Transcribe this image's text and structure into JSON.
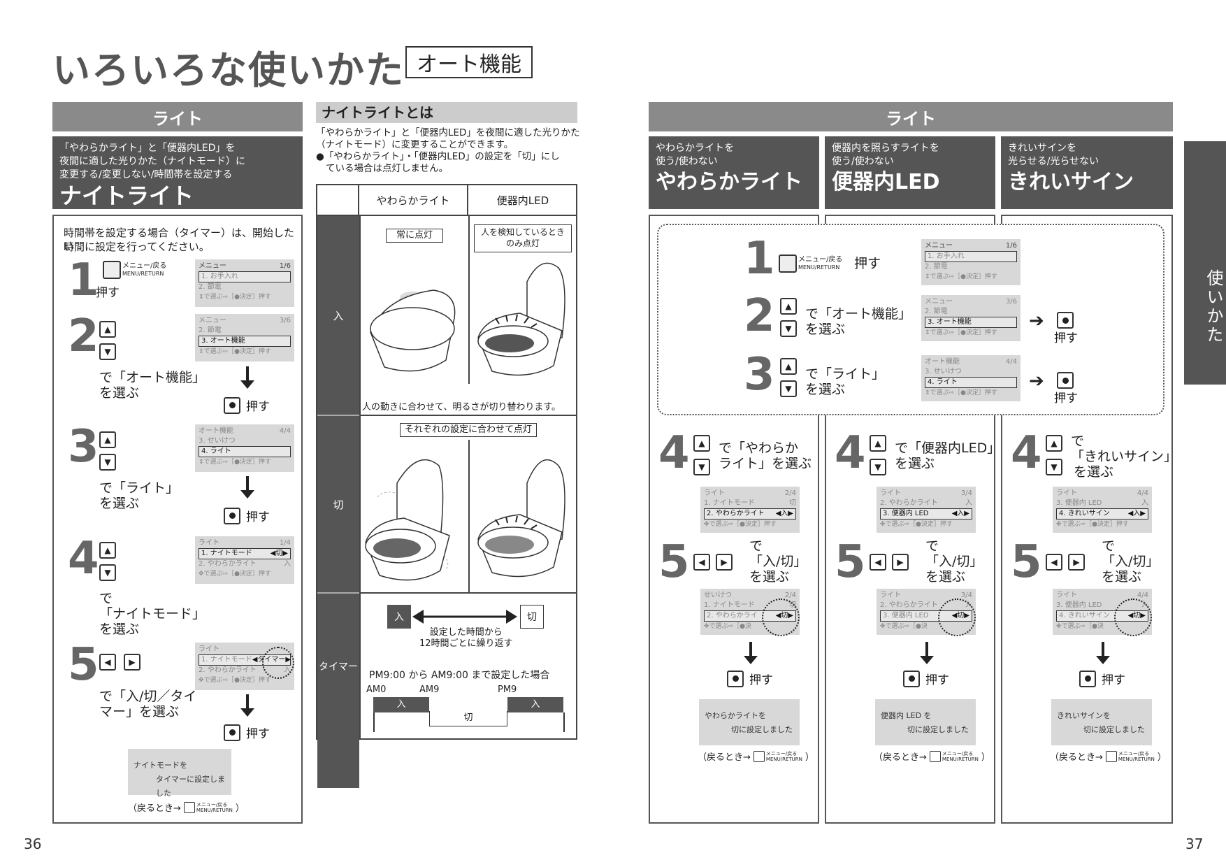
{
  "title": "いろいろな使いかた",
  "title_tag": "オート機能",
  "side_tab": "使いかた",
  "page_left": "36",
  "page_right": "37",
  "key_labels": {
    "menu": "メニュー/戻る",
    "menu_en": "MENU/RETURN"
  },
  "common": {
    "push": "押す",
    "return_prefix": "（戻るとき→",
    "return_suffix": "）"
  },
  "left": {
    "header": "ライト",
    "box_small1": "「やわらかライト」と「便器内LED」を",
    "box_small2": "夜間に適した光りかた（ナイトモード）に",
    "box_small3": "変更する/変更しない/時間帯を設定する",
    "box_big": "ナイトライト",
    "intro1": "時間帯を設定する場合（タイマー）は、開始したい",
    "intro2": "時間に設定を行ってください。",
    "steps": {
      "s1_text": "押す",
      "s2_text1": "で「オート機能」",
      "s2_text2": "を選ぶ",
      "s3_text1": "で「ライト」",
      "s3_text2": "を選ぶ",
      "s4_text1": "で",
      "s4_text2": "「ナイトモード」",
      "s4_text3": "を選ぶ",
      "s5_text1": "で「入/切／タイ",
      "s5_text2": "マー」を選ぶ"
    },
    "lcd1": {
      "title": "メニュー",
      "page": "1/6",
      "r1": "1. お手入れ",
      "r2": "2. 節電",
      "r3": "⇕で選ぶ⇨［●決定］押す"
    },
    "lcd2": {
      "title": "メニュー",
      "page": "3/6",
      "r1": "2. 節電",
      "r2": "3. オート機能",
      "r3": "⇕で選ぶ⇨［●決定］押す"
    },
    "lcd3": {
      "title": "オート機能",
      "page": "4/4",
      "r1": "3. せいけつ",
      "r2": "4. ライト",
      "r3": "⇕で選ぶ⇨［●決定］押す"
    },
    "lcd4": {
      "title": "ライト",
      "page": "1/4",
      "r1": "1. ナイトモード",
      "r1v": "◀切▶",
      "r2": "2. やわらかライト",
      "r2v": "入",
      "r3": "✥で選ぶ⇨［●決定］押す"
    },
    "lcd5": {
      "title": "ライト",
      "page": "1/4",
      "r1": "1. ナイトモード",
      "r1v": "◀タイマー▶",
      "r2": "2. やわらかライト",
      "r2v": "入",
      "r3": "✥で選ぶ⇨［●決定］押す"
    },
    "msg1": "ナイトモードを",
    "msg2": "タイマーに設定しました"
  },
  "night": {
    "header": "ナイトライトとは",
    "desc1": "「やわらかライト」と「便器内LED」を夜間に適した光りかた",
    "desc2": "（ナイトモード）に変更することができます。",
    "desc3": "●「やわらかライト」・「便器内LED」の設定を「切」にし",
    "desc4": "ている場合は点灯しません。",
    "col1": "やわらかライト",
    "col2": "便器内LED",
    "row_on": "入",
    "row_off": "切",
    "row_timer": "タイマー",
    "on_label1": "常に点灯",
    "on_label2a": "人を検知しているとき",
    "on_label2b": "のみ点灯",
    "on_note": "人の動きに合わせて、明るさが切り替わります。",
    "off_label": "それぞれの設定に合わせて点灯",
    "timer_on": "入",
    "timer_off": "切",
    "timer_text1": "設定した時間から",
    "timer_text2": "12時間ごとに繰り返す",
    "timer_example": "PM9:00 から AM9:00 まで設定した場合",
    "am0": "AM0",
    "am9": "AM9",
    "pm9": "PM9",
    "bar_on1": "入",
    "bar_off": "切",
    "bar_on2": "入"
  },
  "right": {
    "header": "ライト",
    "col1": {
      "small1": "やわらかライトを",
      "small2": "使う/使わない",
      "big": "やわらかライト"
    },
    "col2": {
      "small1": "便器内を照らすライトを",
      "small2": "使う/使わない",
      "big": "便器内LED"
    },
    "col3": {
      "small1": "きれいサインを",
      "small2": "光らせる/光らせない",
      "big": "きれいサイン"
    },
    "shared": {
      "s1": "押す",
      "s2a": "で「オート機能」",
      "s2b": "を選ぶ",
      "s3a": "で「ライト」",
      "s3b": "を選ぶ",
      "lcd1": {
        "title": "メニュー",
        "page": "1/6",
        "r1": "1. お手入れ",
        "r2": "2. 節電",
        "r3": "⇕で選ぶ⇨［●決定］押す"
      },
      "lcd2": {
        "title": "メニュー",
        "page": "3/6",
        "r1": "2. 節電",
        "r2": "3. オート機能",
        "r3": "⇕で選ぶ⇨［●決定］押す"
      },
      "lcd3": {
        "title": "オート機能",
        "page": "4/4",
        "r1": "3. せいけつ",
        "r2": "4. ライト",
        "r3": "⇕で選ぶ⇨［●決定］押す"
      }
    },
    "c1": {
      "s4a": "で「やわらか",
      "s4b": "ライト」を選ぶ",
      "lcd4": {
        "title": "ライト",
        "page": "2/4",
        "r1": "1. ナイトモード",
        "r1v": "切",
        "r2": "2. やわらかライト",
        "r2v": "◀入▶",
        "r3": "✥で選ぶ⇨［●決定］押す"
      },
      "lcd5": {
        "title": "せいけつ",
        "page": "2/4",
        "r1": "1. ナイトモード",
        "r1v": "切",
        "r2": "2. やわらかライ",
        "r2v": "◀切▶",
        "r3": "✥で選ぶ⇨［●決"
      },
      "msg1": "やわらかライトを",
      "msg2": "切に設定しました"
    },
    "c2": {
      "s4a": "で「便器内LED」",
      "s4b": "を選ぶ",
      "lcd4": {
        "title": "ライト",
        "page": "3/4",
        "r1": "2. やわらかライト",
        "r1v": "入",
        "r2": "3. 便器内 LED",
        "r2v": "◀入▶",
        "r3": "✥で選ぶ⇨［●決定］押す"
      },
      "lcd5": {
        "title": "ライト",
        "page": "3/4",
        "r1": "2. やわらかライト",
        "r1v": "入",
        "r2": "3. 便器内 LED",
        "r2v": "◀切▶",
        "r3": "✥で選ぶ⇨［●決"
      },
      "msg1": "便器内 LED を",
      "msg2": "切に設定しました"
    },
    "c3": {
      "s4a": "で",
      "s4b": "「きれいサイン」",
      "s4c": "を選ぶ",
      "lcd4": {
        "title": "ライト",
        "page": "4/4",
        "r1": "3. 便器内 LED",
        "r1v": "入",
        "r2": "4. きれいサイン",
        "r2v": "◀入▶",
        "r3": "✥で選ぶ⇨［●決定］押す"
      },
      "lcd5": {
        "title": "ライト",
        "page": "4/4",
        "r1": "3. 便器内 LED",
        "r1v": "入",
        "r2": "4. きれいサイン",
        "r2v": "◀切▶",
        "r3": "✥で選ぶ⇨［●決"
      },
      "msg1": "きれいサインを",
      "msg2": "切に設定しました"
    },
    "s5a": "で",
    "s5b": "「入/切」",
    "s5c": "を選ぶ"
  }
}
